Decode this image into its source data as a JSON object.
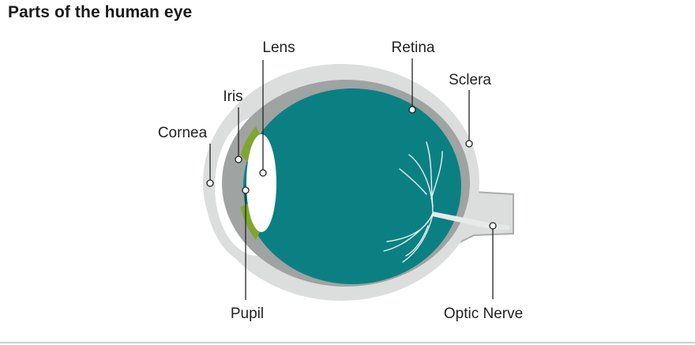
{
  "title": "Parts of the human eye",
  "labels": {
    "lens": "Lens",
    "retina": "Retina",
    "sclera": "Sclera",
    "iris": "Iris",
    "cornea": "Cornea",
    "pupil": "Pupil",
    "optic_nerve": "Optic Nerve"
  },
  "colors": {
    "sclera": "#dcdedd",
    "choroid": "#9fa3a1",
    "vitreous": "#0b8083",
    "iris": "#7fa62e",
    "lens": "#ffffff",
    "nerve": "#dcdedd"
  }
}
